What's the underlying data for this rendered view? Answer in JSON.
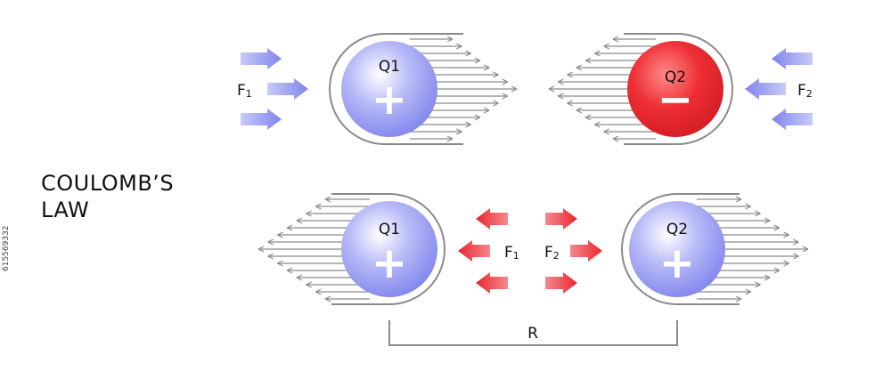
{
  "title": [
    "COULOMB’S",
    "LAW"
  ],
  "top": {
    "charges": [
      {
        "label": "Q1",
        "sign": "+",
        "color": "#8a8ef0"
      },
      {
        "label": "Q2",
        "sign": "−",
        "color": "#e8262d"
      }
    ],
    "forces": [
      {
        "label": "F",
        "sub": "1",
        "color": "#8a8ef0"
      },
      {
        "label": "F",
        "sub": "2",
        "color": "#8a8ef0"
      }
    ]
  },
  "bottom": {
    "charges": [
      {
        "label": "Q1",
        "sign": "+",
        "color": "#8a8ef0"
      },
      {
        "label": "Q2",
        "sign": "+",
        "color": "#8a8ef0"
      }
    ],
    "forces": [
      {
        "label": "F",
        "sub": "1",
        "color": "#e8262d"
      },
      {
        "label": "F",
        "sub": "2",
        "color": "#e8262d"
      }
    ],
    "distance_label": "R"
  },
  "watermark": "615569332",
  "colors": {
    "field_line": "#8a8a8a",
    "attract_arrow": "#8a8ef0",
    "repel_arrow": "#e8262d"
  }
}
